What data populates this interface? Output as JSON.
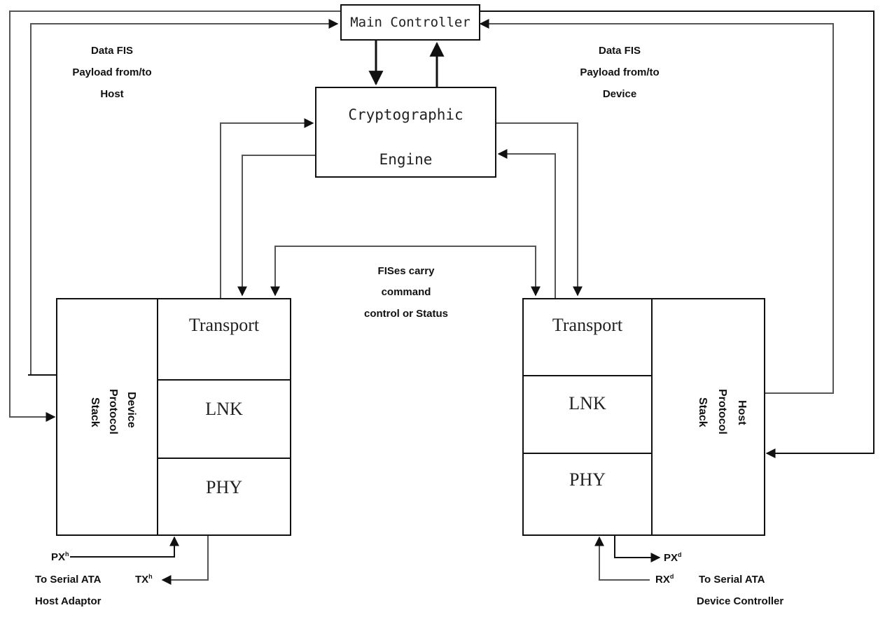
{
  "blocks": {
    "main_controller": "Main Controller",
    "crypto_line1": "Cryptographic",
    "crypto_line2": "Engine",
    "device_stack_line1": "Device",
    "device_stack_line2": "Protocol",
    "device_stack_line3": "Stack",
    "host_stack_line1": "Host",
    "host_stack_line2": "Protocol",
    "host_stack_line3": "Stack",
    "left_layers": [
      "Transport",
      "LNK",
      "PHY"
    ],
    "right_layers": [
      "Transport",
      "LNK",
      "PHY"
    ]
  },
  "labels": {
    "data_fis_host": [
      "Data FIS",
      "Payload from/to",
      "Host"
    ],
    "data_fis_device": [
      "Data FIS",
      "Payload from/to",
      "Device"
    ],
    "fises": [
      "FISes carry",
      "command",
      "control or Status"
    ],
    "left_px": "PX",
    "left_px_sup": "h",
    "left_tx": "TX",
    "left_tx_sup": "h",
    "left_target": [
      "To Serial ATA",
      "Host Adaptor"
    ],
    "right_px": "PX",
    "right_px_sup": "d",
    "right_rx": "RX",
    "right_rx_sup": "d",
    "right_target": [
      "To Serial ATA",
      "Device Controller"
    ]
  }
}
